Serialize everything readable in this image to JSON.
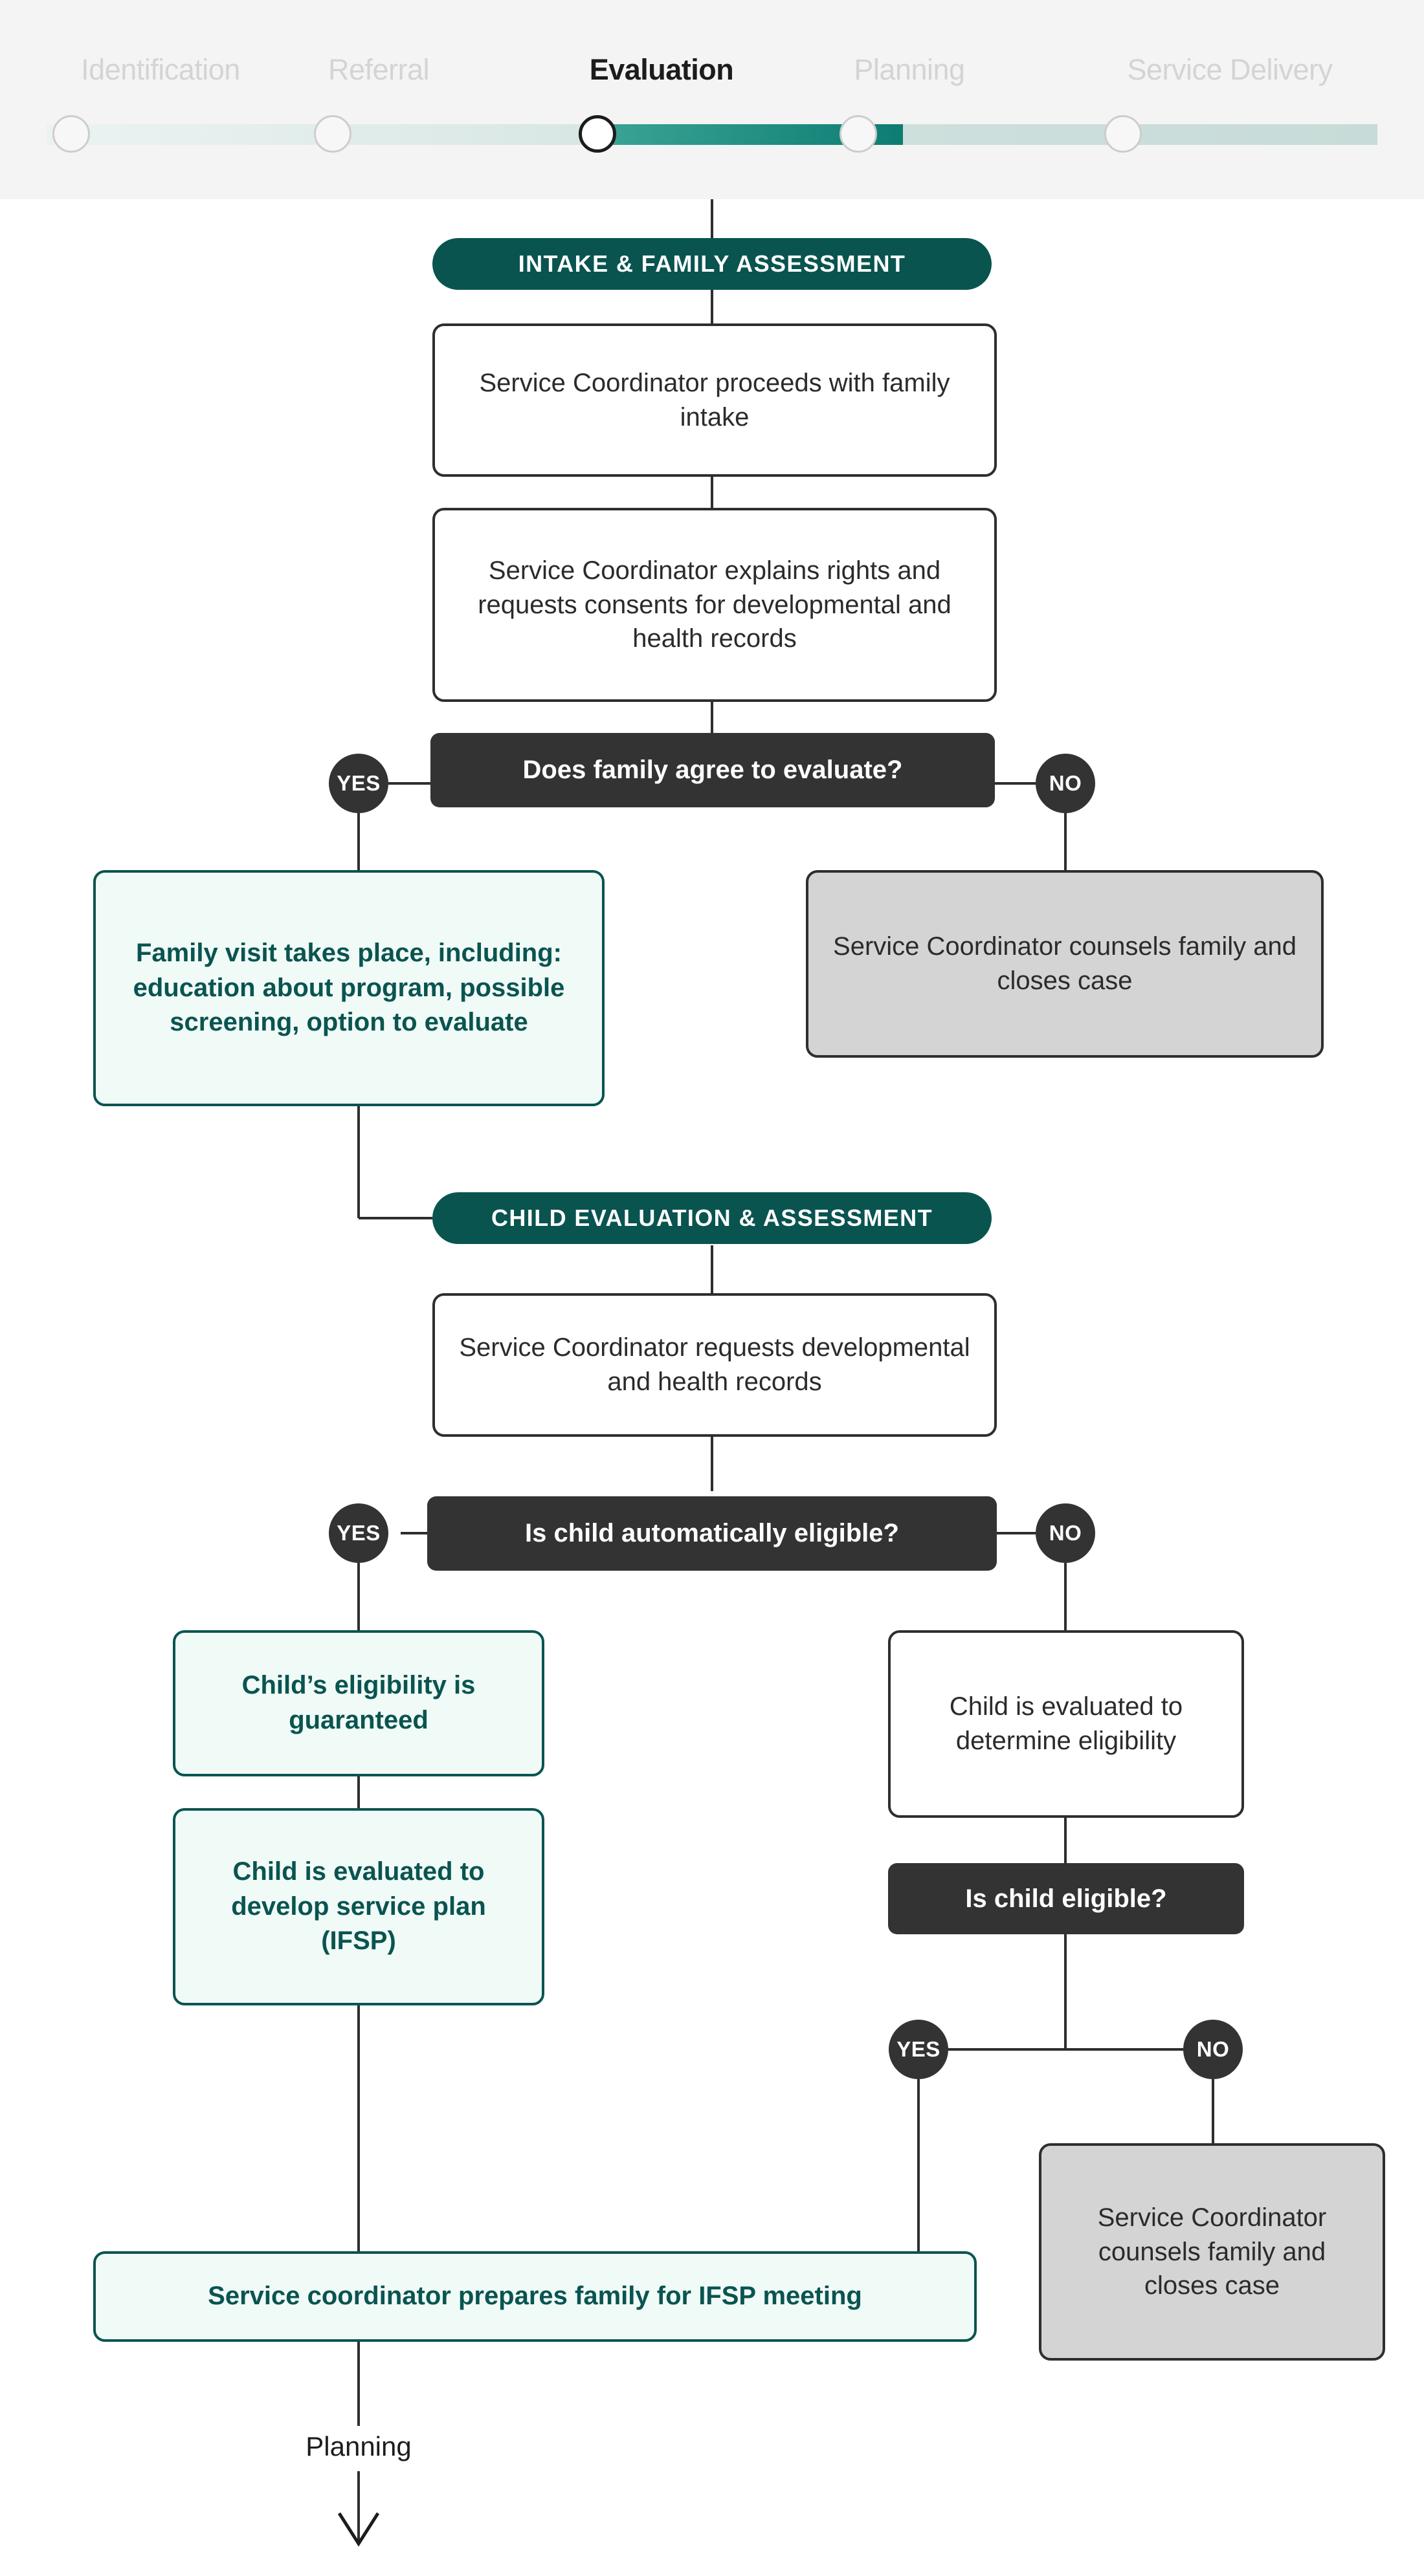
{
  "progress": {
    "active_step": "Evaluation",
    "steps": [
      {
        "label": "Identification",
        "state": "inactive"
      },
      {
        "label": "Referral",
        "state": "inactive"
      },
      {
        "label": "Evaluation",
        "state": "active"
      },
      {
        "label": "Planning",
        "state": "inactive"
      },
      {
        "label": "Service Delivery",
        "state": "inactive"
      }
    ],
    "colors": {
      "track_inactive": "#dfebe9",
      "track_active_start": "#3ba496",
      "track_active_end": "#0d7d72",
      "header_bg": "#f4f4f4",
      "label_inactive": "#d3d4d4",
      "label_active": "#1c1c1c"
    }
  },
  "theme": {
    "teal": "#0a5450",
    "teal_fill": "#f0faf7",
    "dark": "#333333",
    "gray_fill": "#d4d4d4",
    "line": "#2e2e2e",
    "text": "#2b2b2b"
  },
  "flow": {
    "sections": [
      {
        "id": "intake",
        "label": "INTAKE & FAMILY ASSESSMENT"
      },
      {
        "id": "child_evaluation",
        "label": "CHILD EVALUATION & ASSESSMENT"
      }
    ],
    "nodes": {
      "intake_proceed": "Service Coordinator proceeds with family intake",
      "explain_rights": "Service Coordinator explains rights and requests consents for developmental and health records",
      "decision_agree": "Does family agree to evaluate?",
      "family_visit": "Family visit takes place, including: education about program, possible screening, option to evaluate",
      "counsel_close_1": "Service Coordinator counsels family and closes case",
      "request_records": "Service Coordinator requests developmental and health records",
      "decision_auto": "Is child automatically eligible?",
      "eligibility_guaranteed": "Child’s eligibility is guaranteed",
      "evaluated_ifsp": "Child is evaluated to develop service plan (IFSP)",
      "evaluated_determine": "Child is evaluated to determine eligibility",
      "decision_eligible": "Is child eligible?",
      "counsel_close_2": "Service Coordinator counsels family and closes case",
      "prepare_ifsp": "Service coordinator prepares family for IFSP meeting"
    },
    "branch_labels": {
      "yes": "YES",
      "no": "NO"
    },
    "outflow": {
      "label": "Planning",
      "arrow": "down-arrow"
    }
  }
}
